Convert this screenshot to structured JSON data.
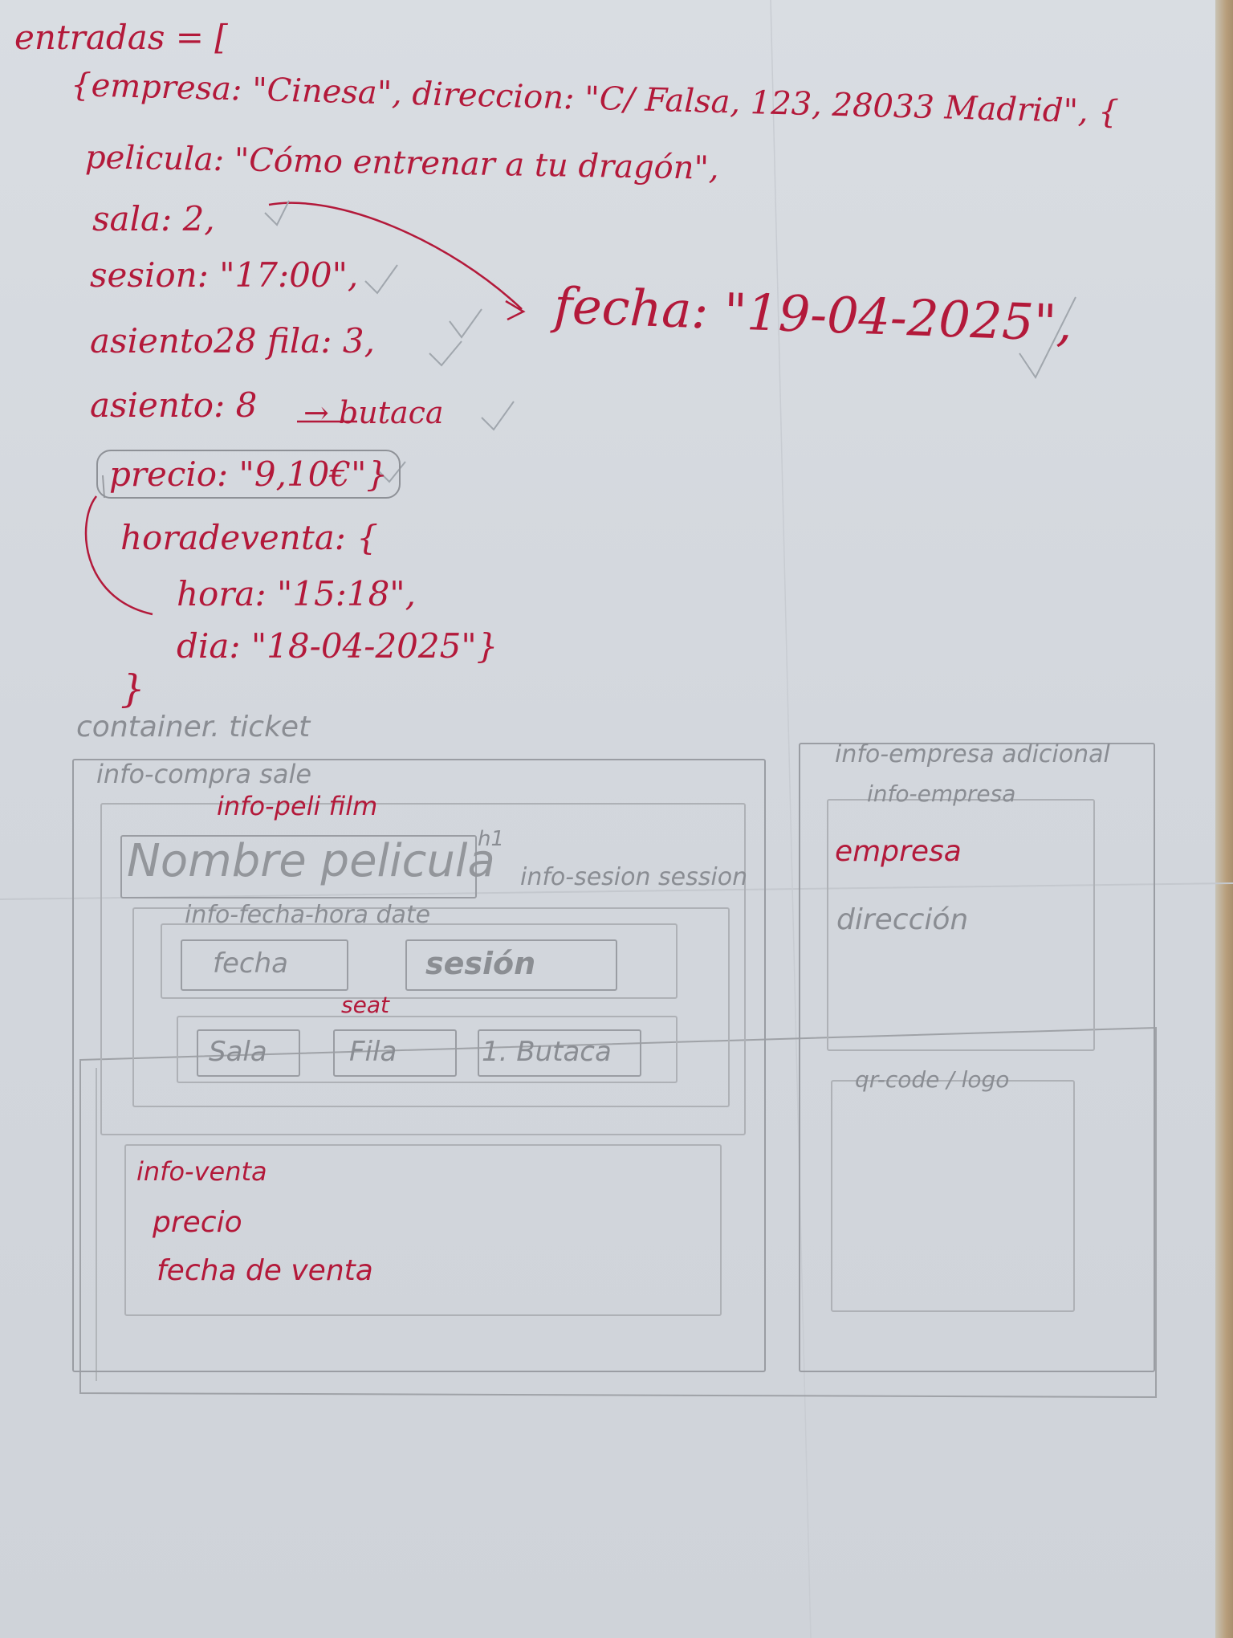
{
  "code": {
    "open": "entradas = [",
    "empresa_line": "{empresa: \"Cinesa\", direccion: \"C/ Falsa, 123, 28033 Madrid\", {",
    "pelicula_line": "pelicula: \"Cómo entrenar a tu dragón\",",
    "sala_line": "sala: 2,",
    "sesion_line": "sesion: \"17:00\",",
    "fila_line": "asiento28 fila: 3,",
    "asiento_line": "asiento: 8",
    "butaca_note": "→ butaca",
    "precio_line": "precio: \"9,10€\"}",
    "venta_line": "horadeventa: {",
    "hora_line": "hora: \"15:18\",",
    "dia_line": "dia: \"18-04-2025\"}",
    "close": "}",
    "fecha_line": "fecha: \"19-04-2025\","
  },
  "sketch": {
    "container_label": "container. ticket",
    "compra_label": "info-compra sale",
    "peli_label": "info-peli film",
    "title_text": "Nombre pelicula",
    "h1_label": "h1",
    "sesion_label": "info-sesion session",
    "fecha_hora_label": "info-fecha-hora date",
    "fecha_box": "fecha",
    "sesion_box": "sesión",
    "seat_label": "seat",
    "sala_box": "Sala",
    "fila_box": "Fila",
    "butaca_box": "1. Butaca",
    "venta_label": "info-venta",
    "precio_text": "precio",
    "fecha_venta_text": "fecha de venta",
    "empresa_adicional_label": "info-empresa adicional",
    "empresa_label": "info-empresa",
    "empresa_text": "empresa",
    "direccion_text": "dirección",
    "qr_label": "qr-code / logo"
  }
}
